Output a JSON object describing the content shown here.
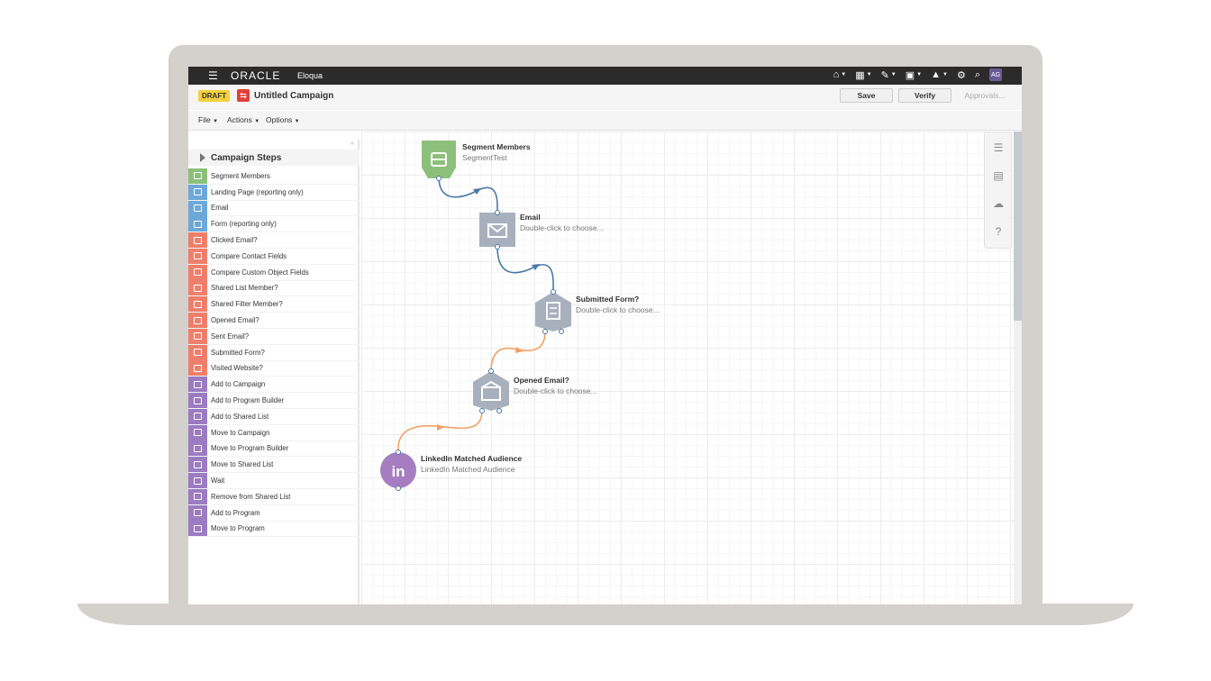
{
  "topbar": {
    "brand": "ORACLE",
    "product": "Eloqua",
    "avatar_initials": "AG",
    "icons": [
      "home-icon",
      "apps-icon",
      "edit-icon",
      "assets-icon",
      "reports-icon",
      "gear-icon",
      "search-icon"
    ]
  },
  "campaign": {
    "status": "DRAFT",
    "title": "Untitled Campaign"
  },
  "toolbar": {
    "save_label": "Save",
    "verify_label": "Verify",
    "approvals_label": "Approvals..."
  },
  "menu": {
    "file": "File",
    "actions": "Actions",
    "options": "Options"
  },
  "sidebar": {
    "collapse": "«",
    "title": "Campaign Steps",
    "steps": [
      {
        "label": "Segment Members",
        "color": "#8cc07a"
      },
      {
        "label": "Landing Page (reporting only)",
        "color": "#6ea8d8"
      },
      {
        "label": "Email",
        "color": "#6ea8d8"
      },
      {
        "label": "Form (reporting only)",
        "color": "#6ea8d8"
      },
      {
        "label": "Clicked Email?",
        "color": "#ef7f6a"
      },
      {
        "label": "Compare Contact Fields",
        "color": "#ef7f6a"
      },
      {
        "label": "Compare Custom Object Fields",
        "color": "#ef7f6a"
      },
      {
        "label": "Shared List Member?",
        "color": "#ef7f6a"
      },
      {
        "label": "Shared Filter Member?",
        "color": "#ef7f6a"
      },
      {
        "label": "Opened Email?",
        "color": "#ef7f6a"
      },
      {
        "label": "Sent Email?",
        "color": "#ef7f6a"
      },
      {
        "label": "Submitted Form?",
        "color": "#ef7f6a"
      },
      {
        "label": "Visited Website?",
        "color": "#ef7f6a"
      },
      {
        "label": "Add to Campaign",
        "color": "#9b7bc1"
      },
      {
        "label": "Add to Program Builder",
        "color": "#9b7bc1"
      },
      {
        "label": "Add to Shared List",
        "color": "#9b7bc1"
      },
      {
        "label": "Move to Campaign",
        "color": "#9b7bc1"
      },
      {
        "label": "Move to Program Builder",
        "color": "#9b7bc1"
      },
      {
        "label": "Move to Shared List",
        "color": "#9b7bc1"
      },
      {
        "label": "Wait",
        "color": "#9b7bc1"
      },
      {
        "label": "Remove from Shared List",
        "color": "#9b7bc1"
      },
      {
        "label": "Add to Program",
        "color": "#9b7bc1"
      },
      {
        "label": "Move to Program",
        "color": "#9b7bc1"
      }
    ]
  },
  "canvas": {
    "nodes": [
      {
        "title": "Segment Members",
        "subtitle": "SegmentTest"
      },
      {
        "title": "Email",
        "subtitle": "Double-click to choose..."
      },
      {
        "title": "Submitted Form?",
        "subtitle": "Double-click to choose..."
      },
      {
        "title": "Opened Email?",
        "subtitle": "Double-click to choose..."
      },
      {
        "title": "LinkedIn Matched Audience",
        "subtitle": "LinkedIn Matched Audience"
      }
    ],
    "linkedin_glyph": "in"
  },
  "right_panel": {
    "icons": [
      "list-icon",
      "comment-icon",
      "cloud-icon",
      "help-icon"
    ]
  },
  "colors": {
    "segment": "#8cc07a",
    "decision": "#ef7f6a",
    "action": "#9b7bc1",
    "asset": "#6ea8d8",
    "connector_blue": "#4a78a8",
    "connector_orange": "#f0a066",
    "node_grey": "#a9b0bd",
    "linkedin": "#a67dc0"
  }
}
